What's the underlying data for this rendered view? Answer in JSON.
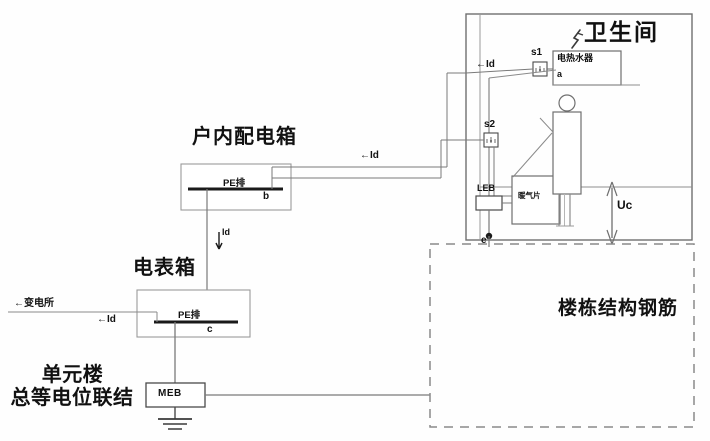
{
  "diagram": {
    "title_bathroom": "卫生间",
    "title_indoor_panel": "户内配电箱",
    "title_meter_box": "电表箱",
    "title_rebar": "楼栋结构钢筋",
    "unit_building_line1": "单元楼",
    "unit_building_line2": "总等电位联结",
    "water_heater": "电热水器",
    "radiator": "暖气片",
    "meb": "MEB",
    "leb": "LEB"
  },
  "nodes": {
    "a": "a",
    "b": "b",
    "c": "c",
    "e": "e"
  },
  "switches": {
    "s1": "s1",
    "s2": "s2"
  },
  "bars": {
    "pe_bar_indoor": "PE排",
    "pe_bar_meter": "PE排"
  },
  "currents": {
    "id_to_heater": "←Id",
    "id_to_panel": "←Id",
    "id_down_panel": "Id",
    "id_from_substation": "←Id",
    "substation": "←变电所"
  },
  "voltage": {
    "uc": "Uc"
  },
  "icons": {
    "ground": "ground-symbol",
    "arc_fault": "arc-fault-symbol",
    "person": "person-figure",
    "socket_s1": "socket-outlet-icon",
    "socket_s2": "socket-outlet-icon"
  },
  "colors": {
    "line": "#555555",
    "bold_line": "#111111",
    "text": "#111111",
    "background": "#fefefe"
  }
}
